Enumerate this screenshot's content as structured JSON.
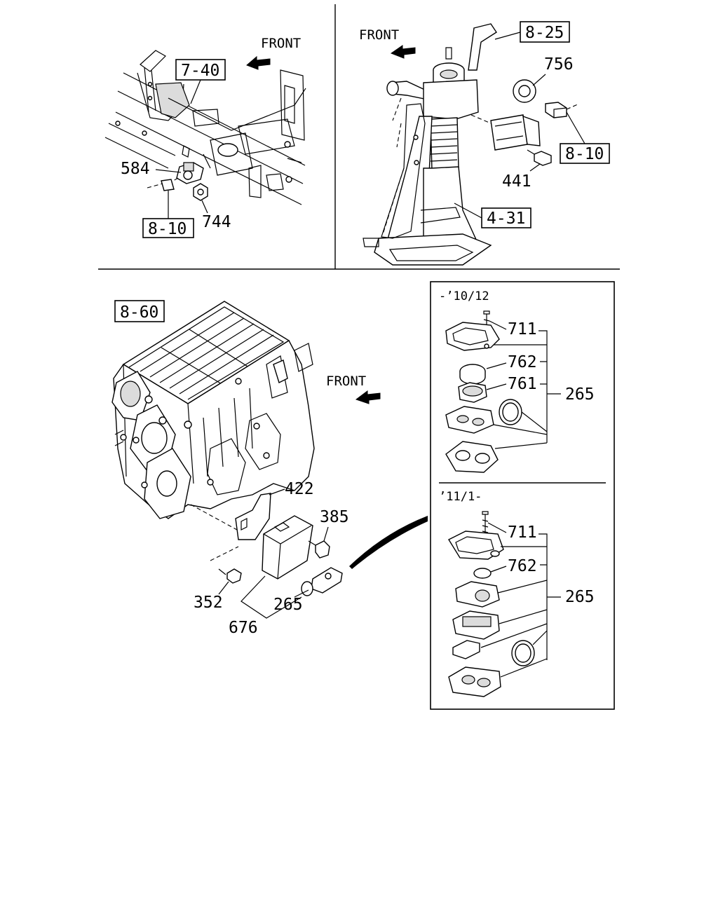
{
  "panels": {
    "top_left": {
      "front_label": "FRONT",
      "ref_7_40": "7-40",
      "ref_8_10": "8-10",
      "part_584": "584",
      "part_744": "744"
    },
    "top_right": {
      "front_label": "FRONT",
      "ref_8_25": "8-25",
      "ref_8_10": "8-10",
      "ref_4_31": "4-31",
      "part_756": "756",
      "part_441": "441"
    },
    "bottom_left": {
      "front_label": "FRONT",
      "ref_8_60": "8-60",
      "part_422": "422",
      "part_385": "385",
      "part_352": "352",
      "part_265": "265",
      "part_676": "676"
    },
    "inset": {
      "upper_period": "-’10/12",
      "lower_period": "’11/1-",
      "upper_parts": {
        "p711": "711",
        "p762": "762",
        "p761": "761",
        "p265": "265"
      },
      "lower_parts": {
        "p711": "711",
        "p762": "762",
        "p265": "265"
      }
    }
  }
}
